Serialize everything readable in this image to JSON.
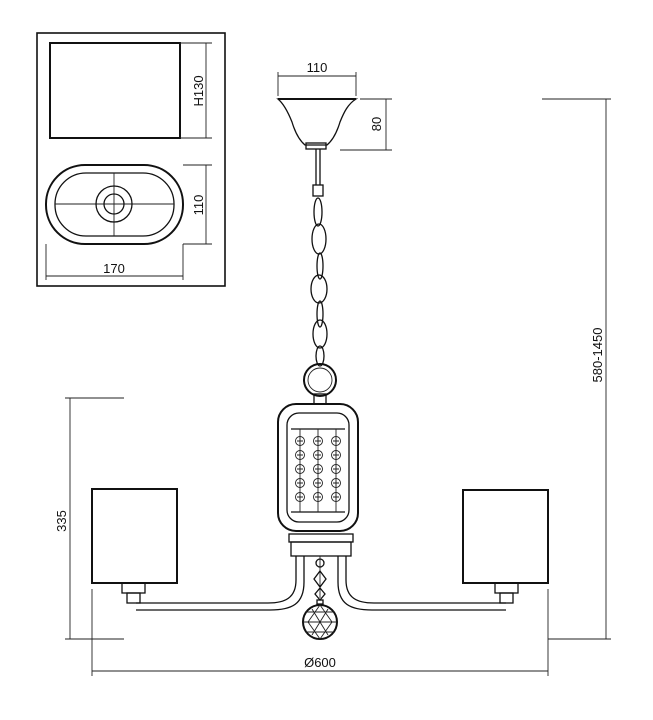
{
  "dimensions": {
    "shade_height": "H130",
    "shade_depth": "110",
    "shade_width": "170",
    "canopy_width": "110",
    "canopy_height": "80",
    "overall_height": "580-1450",
    "body_height": "335",
    "diameter": "Ø600"
  },
  "colors": {
    "line": "#111111",
    "shade_fill": "#ffffff",
    "background": "#ffffff"
  }
}
